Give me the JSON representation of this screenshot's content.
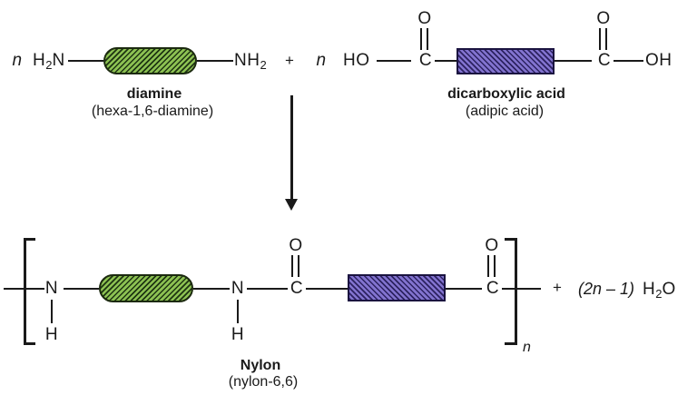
{
  "colors": {
    "background": "#ffffff",
    "bond": "#1a1a1a",
    "text": "#1a1a1a",
    "diamine_fill": "#8cc152",
    "diamine_hatch": "#1e3412",
    "diamine_border": "#1c2a10",
    "diacid_fill": "#8273cf",
    "diacid_hatch": "#2c2260",
    "diacid_border": "#1b1440"
  },
  "reactants": {
    "diamine": {
      "coefficient": "n",
      "amine_left": {
        "pre": "H",
        "sub": "2",
        "post": "N"
      },
      "amine_right": {
        "pre": "NH",
        "sub": "2"
      },
      "label": "diamine",
      "sublabel": "(hexa-1,6-diamine)"
    },
    "plus": "+",
    "diacid": {
      "coefficient": "n",
      "hydroxyl_left": "HO",
      "carbonyl_c": "C",
      "carbonyl_o": "O",
      "hydroxyl_right": "OH",
      "label": "dicarboxylic acid",
      "sublabel": "(adipic acid)"
    }
  },
  "product": {
    "amide_n": "N",
    "amide_h": "H",
    "carbonyl_c": "C",
    "carbonyl_o": "O",
    "repeat_subscript": "n",
    "label": "Nylon",
    "sublabel": "(nylon-6,6)"
  },
  "byproduct": {
    "plus": "+",
    "coefficient": "(2n – 1)",
    "water": {
      "pre": "H",
      "sub": "2",
      "post": "O"
    }
  }
}
